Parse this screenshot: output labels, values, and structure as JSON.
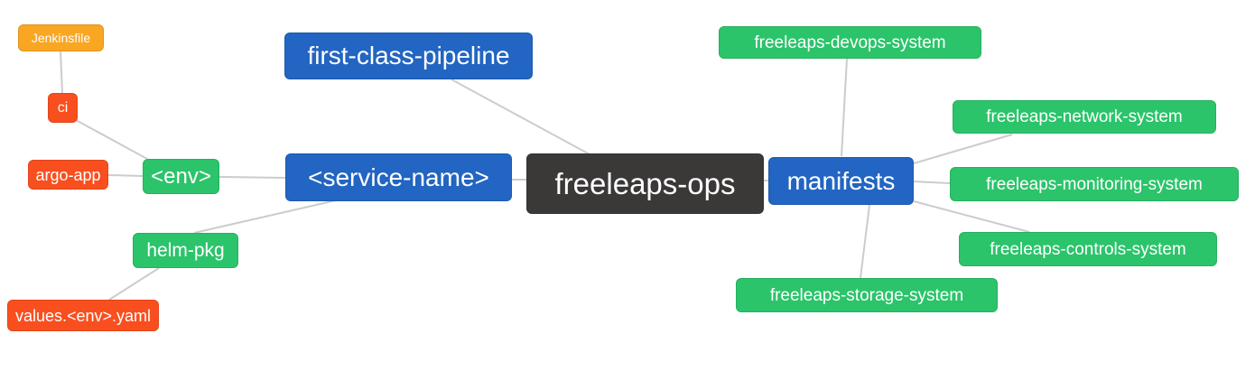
{
  "diagram": {
    "type": "mindmap",
    "root_label": "freeleaps-ops",
    "palette": {
      "branch_blue": "#2265c2",
      "leaf_green": "#2bc46a",
      "leaf_orange": "#f9a623",
      "leaf_red": "#f94f1f",
      "root_dark": "#3b3838",
      "edge_gray": "#cccccc",
      "node_text": "#ffffff"
    },
    "nodes": [
      {
        "id": "jenkinsfile",
        "label": "Jenkinsfile",
        "color": "orange"
      },
      {
        "id": "ci",
        "label": "ci",
        "color": "red"
      },
      {
        "id": "argo-app",
        "label": "argo-app",
        "color": "red"
      },
      {
        "id": "env",
        "label": "<env>",
        "color": "green"
      },
      {
        "id": "helm-pkg",
        "label": "helm-pkg",
        "color": "green"
      },
      {
        "id": "values-env-yaml",
        "label": "values.<env>.yaml",
        "color": "red"
      },
      {
        "id": "first-class-pipeline",
        "label": "first-class-pipeline",
        "color": "blue"
      },
      {
        "id": "service-name",
        "label": "<service-name>",
        "color": "blue"
      },
      {
        "id": "freeleaps-ops",
        "label": "freeleaps-ops",
        "color": "dark"
      },
      {
        "id": "manifests",
        "label": "manifests",
        "color": "blue"
      },
      {
        "id": "freeleaps-devops-system",
        "label": "freeleaps-devops-system",
        "color": "green"
      },
      {
        "id": "freeleaps-network-system",
        "label": "freeleaps-network-system",
        "color": "green"
      },
      {
        "id": "freeleaps-monitoring-system",
        "label": "freeleaps-monitoring-system",
        "color": "green"
      },
      {
        "id": "freeleaps-controls-system",
        "label": "freeleaps-controls-system",
        "color": "green"
      },
      {
        "id": "freeleaps-storage-system",
        "label": "freeleaps-storage-system",
        "color": "green"
      }
    ],
    "edges": [
      {
        "from": "jenkinsfile",
        "to": "ci"
      },
      {
        "from": "ci",
        "to": "env"
      },
      {
        "from": "argo-app",
        "to": "env"
      },
      {
        "from": "env",
        "to": "service-name"
      },
      {
        "from": "helm-pkg",
        "to": "service-name"
      },
      {
        "from": "values-env-yaml",
        "to": "helm-pkg"
      },
      {
        "from": "first-class-pipeline",
        "to": "freeleaps-ops"
      },
      {
        "from": "service-name",
        "to": "freeleaps-ops"
      },
      {
        "from": "freeleaps-ops",
        "to": "manifests"
      },
      {
        "from": "manifests",
        "to": "freeleaps-devops-system"
      },
      {
        "from": "manifests",
        "to": "freeleaps-network-system"
      },
      {
        "from": "manifests",
        "to": "freeleaps-monitoring-system"
      },
      {
        "from": "manifests",
        "to": "freeleaps-controls-system"
      },
      {
        "from": "manifests",
        "to": "freeleaps-storage-system"
      }
    ]
  }
}
